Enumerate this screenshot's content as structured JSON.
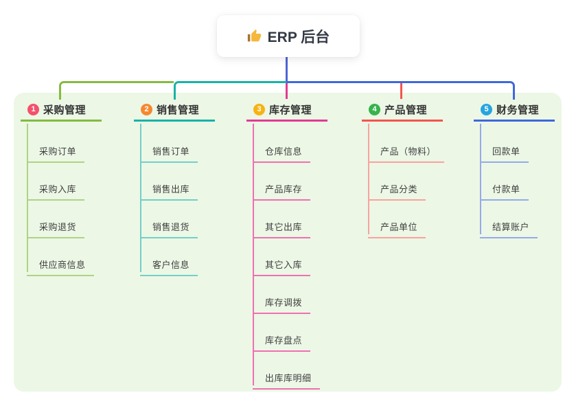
{
  "root": {
    "icon": "thumbs-up-icon",
    "label": "ERP 后台"
  },
  "branches": [
    {
      "badge": "1",
      "title": "采购管理",
      "badge_color": "#f4516c",
      "line_color": "#84bb3f",
      "child_line_color": "#aed383",
      "children": [
        "采购订单",
        "采购入库",
        "采购退货",
        "供应商信息"
      ]
    },
    {
      "badge": "2",
      "title": "销售管理",
      "badge_color": "#f6882f",
      "line_color": "#17b3a6",
      "child_line_color": "#72cfc7",
      "children": [
        "销售订单",
        "销售出库",
        "销售退货",
        "客户信息"
      ]
    },
    {
      "badge": "3",
      "title": "库存管理",
      "badge_color": "#f9b213",
      "line_color": "#e23a92",
      "child_line_color": "#ef6fb1",
      "children": [
        "仓库信息",
        "产品库存",
        "其它出库",
        "其它入库",
        "库存调拨",
        "库存盘点",
        "出库库明细"
      ]
    },
    {
      "badge": "4",
      "title": "产品管理",
      "badge_color": "#35b44a",
      "line_color": "#f4544e",
      "child_line_color": "#f9a29d",
      "children": [
        "产品（物料）",
        "产品分类",
        "产品单位"
      ]
    },
    {
      "badge": "5",
      "title": "财务管理",
      "badge_color": "#27a5e0",
      "line_color": "#3e68de",
      "child_line_color": "#94aae8",
      "children": [
        "回款单",
        "付款单",
        "结算账户"
      ]
    }
  ],
  "colors": {
    "canvas_bg": "#ffffff",
    "panel_bg": "#ecf7e6",
    "root_stem": "#4e65d6",
    "root_card_bg": "#ffffff",
    "title_text": "#333333",
    "child_text": "#3f3f3f",
    "thumb_icon": "#f5b83d",
    "thumb_sleeve": "#a8742f"
  }
}
